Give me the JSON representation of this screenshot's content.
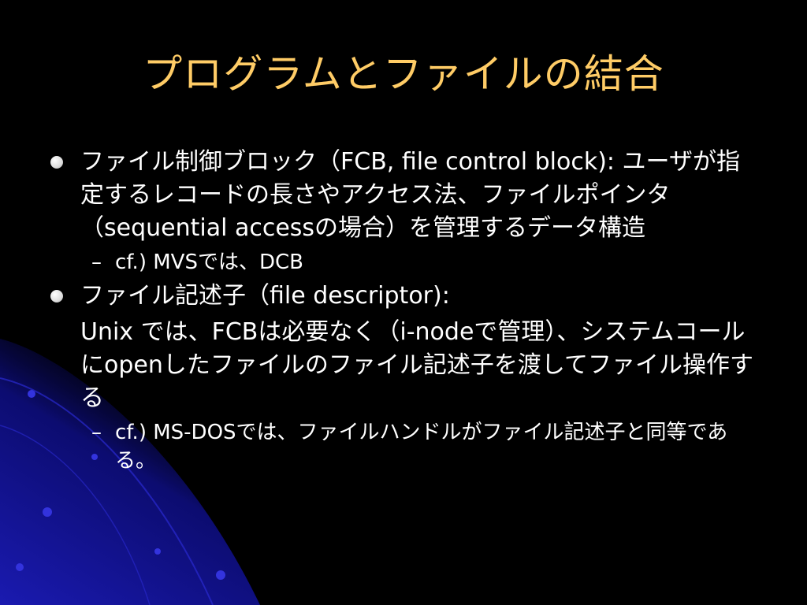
{
  "slide": {
    "title": "プログラムとファイルの結合",
    "items": [
      {
        "text": "ファイル制御ブロック（FCB, file control block): ユーザが指定するレコードの長さやアクセス法、ファイルポインタ（sequential accessの場合）を管理するデータ構造",
        "sub": "cf.)  MVSでは、DCB"
      },
      {
        "text": "ファイル記述子（file descriptor):",
        "continuation": "Unix では、FCBは必要なく（i-nodeで管理）、システムコールにopenしたファイルのファイル記述子を渡してファイル操作する",
        "sub": "cf.) MS-DOSでは、ファイルハンドルがファイル記述子と同等である。"
      }
    ],
    "sub_marker": "–"
  },
  "colors": {
    "background": "#000000",
    "title": "#ffcc66",
    "text": "#ffffff",
    "accent": "#1a1aa6"
  }
}
